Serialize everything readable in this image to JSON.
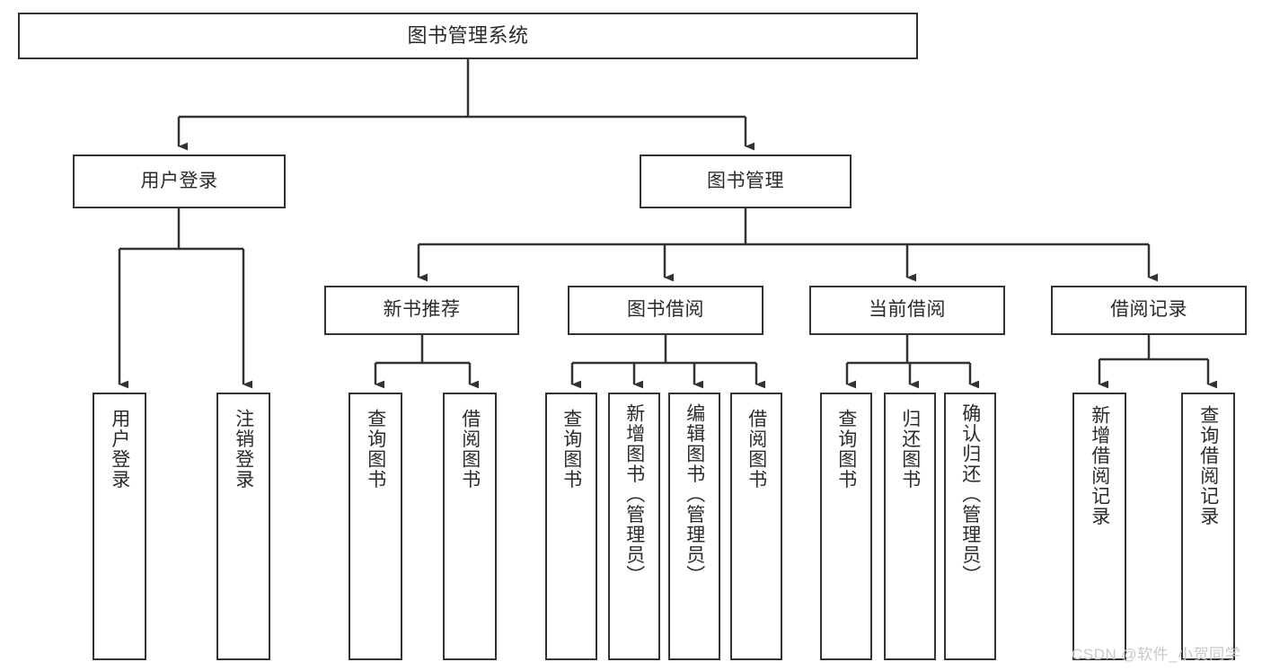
{
  "diagram": {
    "title": "图书管理系统",
    "type": "tree-hierarchy-chart",
    "root": {
      "label": "图书管理系统"
    },
    "level1": [
      {
        "label": "用户登录"
      },
      {
        "label": "图书管理"
      }
    ],
    "level2": [
      {
        "label": "新书推荐"
      },
      {
        "label": "图书借阅"
      },
      {
        "label": "当前借阅"
      },
      {
        "label": "借阅记录"
      }
    ],
    "leaves": {
      "user_login": [
        {
          "label": "用户登录"
        },
        {
          "label": "注销登录"
        }
      ],
      "new_book_recommend": [
        {
          "label": "查询图书"
        },
        {
          "label": "借阅图书"
        }
      ],
      "book_borrow": [
        {
          "label": "查询图书"
        },
        {
          "label": "新增图书（管理员）"
        },
        {
          "label": "编辑图书（管理员）"
        },
        {
          "label": "借阅图书"
        }
      ],
      "current_borrow": [
        {
          "label": "查询图书"
        },
        {
          "label": "归还图书"
        },
        {
          "label": "确认归还（管理员）"
        }
      ],
      "borrow_records": [
        {
          "label": "新增借阅记录"
        },
        {
          "label": "查询借阅记录"
        }
      ]
    }
  },
  "watermark": {
    "text": "CSDN @软件_小贺同学"
  },
  "colors": {
    "border": "#333333",
    "text": "#2b2b2b",
    "background": "#ffffff",
    "watermark": "#c9c9c9"
  }
}
